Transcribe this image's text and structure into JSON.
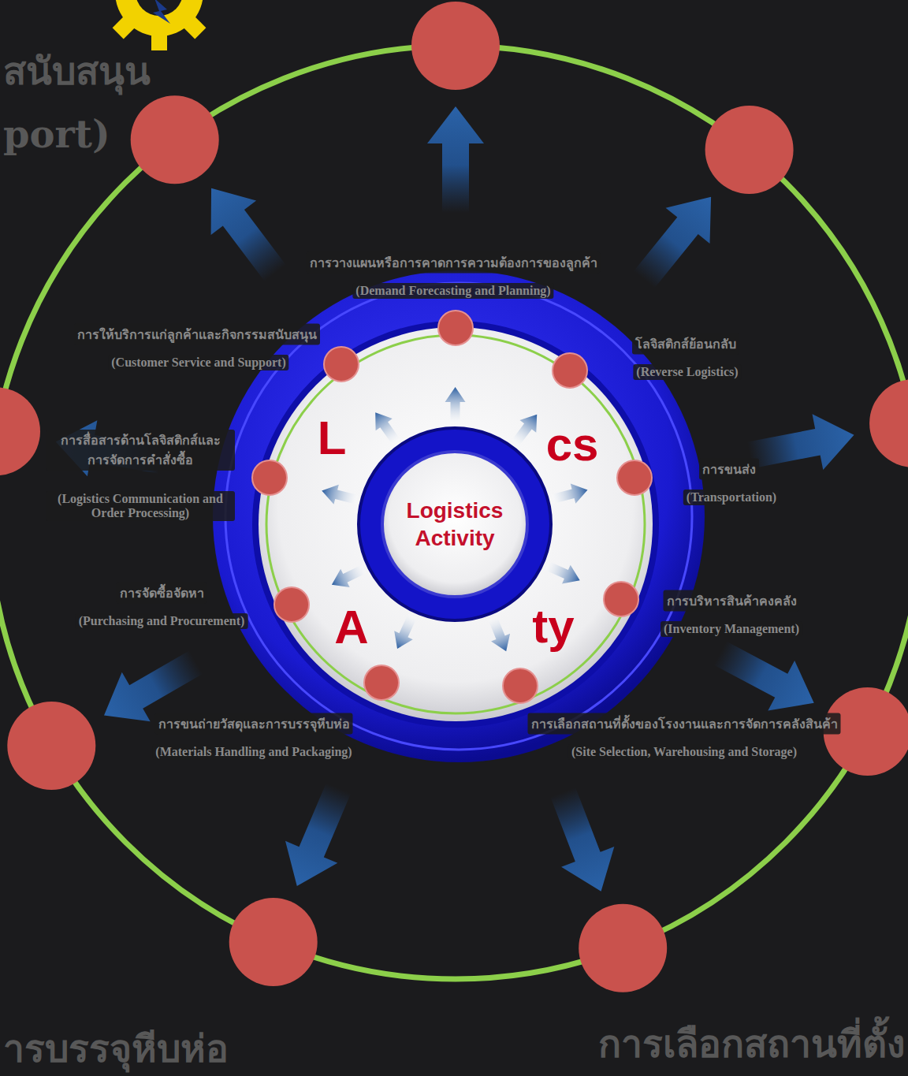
{
  "diagram": {
    "nodes": [
      {
        "text": [
          "Logistics Activity"
        ]
      }
    ],
    "labels": [
      "สนับสนุน",
      "port)",
      "การวางแผนหรือการคาดการความต้องการของลูกค้า",
      "(Demand Forecasting and Planning)",
      "การให้บริการแก่ลูกค้าและกิจกรรมสนับสนุน",
      "(Customer Service and Support)",
      "โลจิสติกส์ย้อนกลับ",
      "(Reverse Logistics)",
      "การสื่อสารด้านโลจิสติกส์และ การจัดการคำสั่งซื้อ",
      "(Logistics Communication and Order Processing)",
      "การขนส่ง",
      "(Transportation)",
      "การจัดซื้อจัดหา",
      "(Purchasing and Procurement)",
      "การบริหารสินค้าคงคลัง",
      "(Inventory Management)",
      "การขนถ่ายวัสดุและการบรรจุหีบห่อ",
      "(Materials Handling and Packaging)",
      "การเลือกสถานที่ตั้งของโรงงานและการจัดการคลังสินค้า",
      "(Site Selection, Warehousing and Storage)",
      "L",
      "cs",
      "A",
      "ty",
      "ารบรรจุหีบห่อ",
      "การเลือกสถานที่ตั้ง"
    ]
  }
}
